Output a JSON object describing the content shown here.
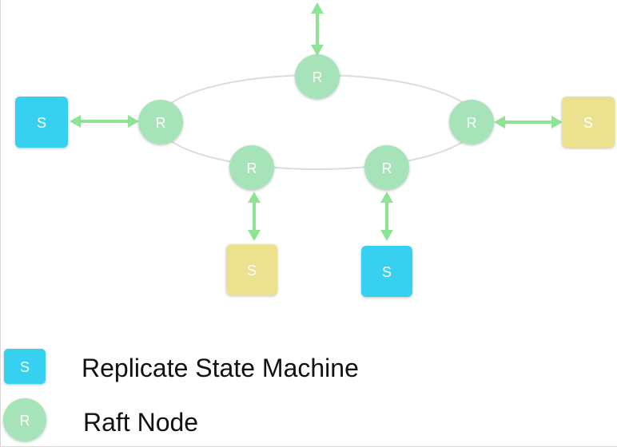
{
  "colors": {
    "raft_node": "#a6e3b9",
    "state_machine_blue": "#37d0f0",
    "state_machine_yellow": "#ece18e",
    "arrow": "#8fe396",
    "ring": "#dcdcdc"
  },
  "node_labels": {
    "raft": "R",
    "state_machine": "S"
  },
  "legend": {
    "state_machine_label": "Replicate State Machine",
    "raft_node_label": "Raft Node"
  }
}
